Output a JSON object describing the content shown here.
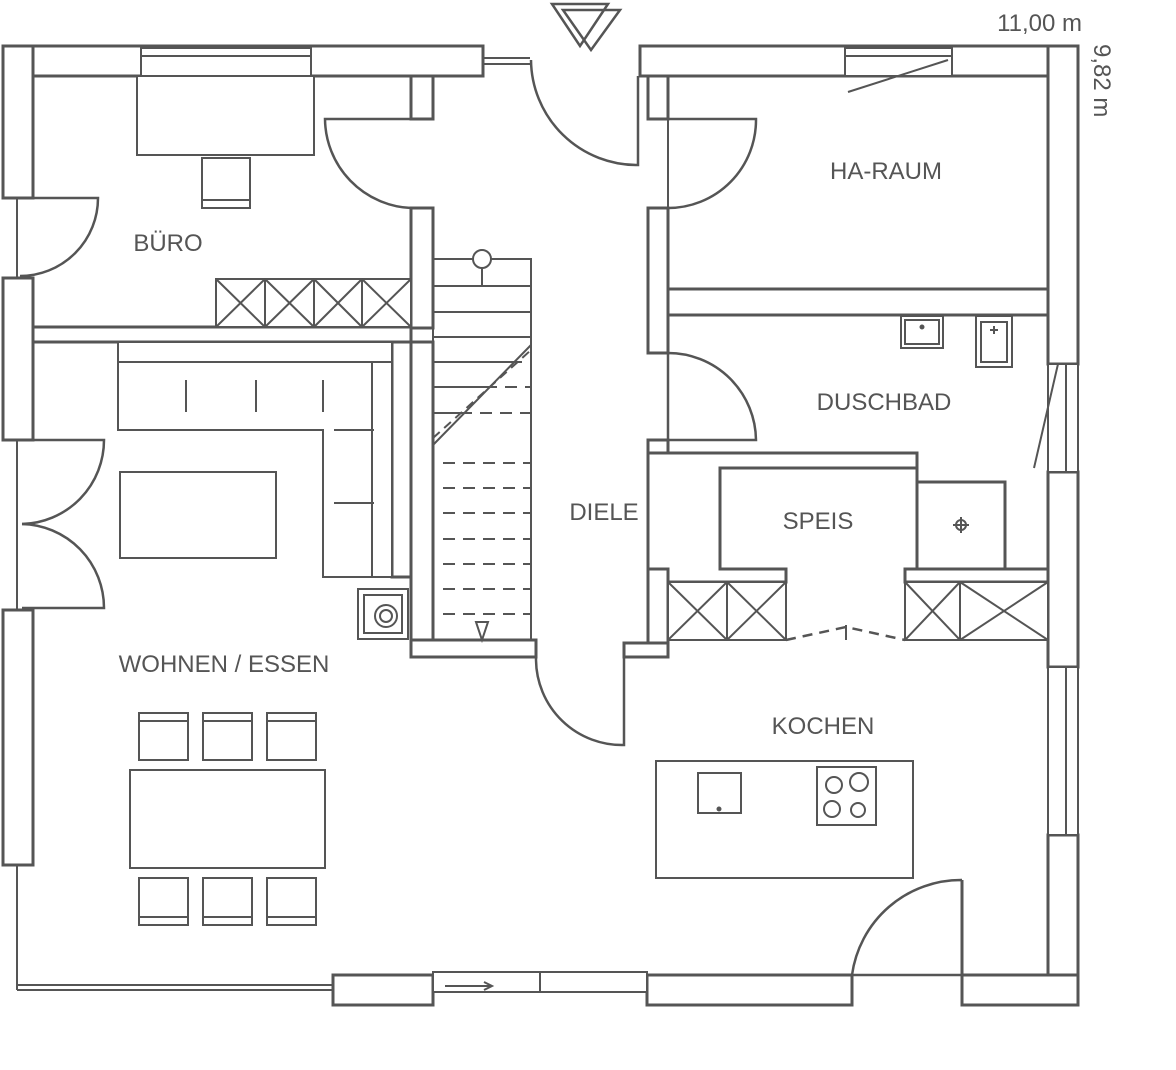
{
  "dimensions": {
    "width_label": "11,00 m",
    "depth_label": "9,82 m"
  },
  "rooms": {
    "buero": "BÜRO",
    "wohnen_essen": "WOHNEN / ESSEN",
    "diele": "DIELE",
    "ha_raum": "HA-RAUM",
    "duschbad": "DUSCHBAD",
    "speis": "SPEIS",
    "kochen": "KOCHEN"
  },
  "colors": {
    "line": "#555555",
    "fill": "#ffffff"
  },
  "icons": {
    "entrance": "entrance-triangle-icon"
  }
}
